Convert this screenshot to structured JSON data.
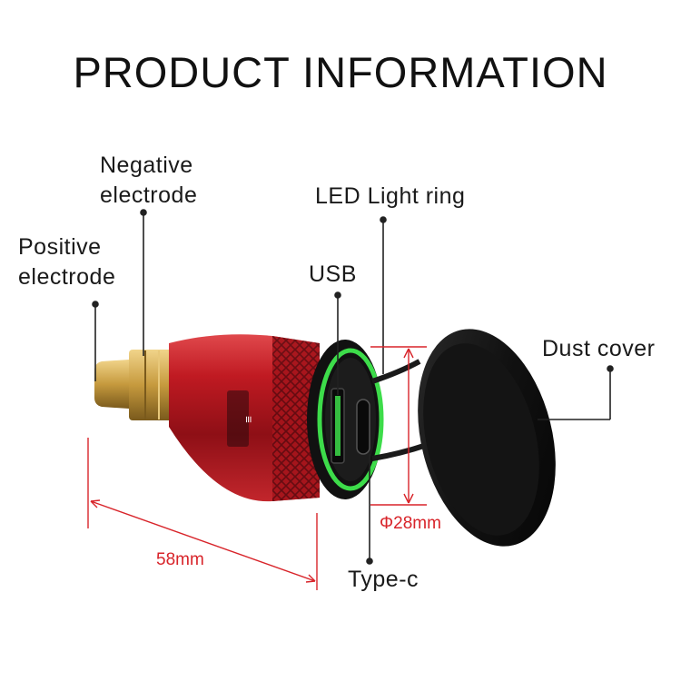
{
  "title": "PRODUCT INFORMATION",
  "labels": {
    "negative_line1": "Negative",
    "negative_line2": "electrode",
    "positive_line1": "Positive",
    "positive_line2": "electrode",
    "led_ring": "LED Light ring",
    "usb": "USB",
    "dust_cover": "Dust cover",
    "type_c": "Type-c"
  },
  "dimensions": {
    "length": "58mm",
    "diameter": "Φ28mm"
  },
  "colors": {
    "body_red": "#c01a22",
    "led_green": "#3ddc4a",
    "dimension_red": "#d8242a",
    "brass": "#c9a24a"
  }
}
